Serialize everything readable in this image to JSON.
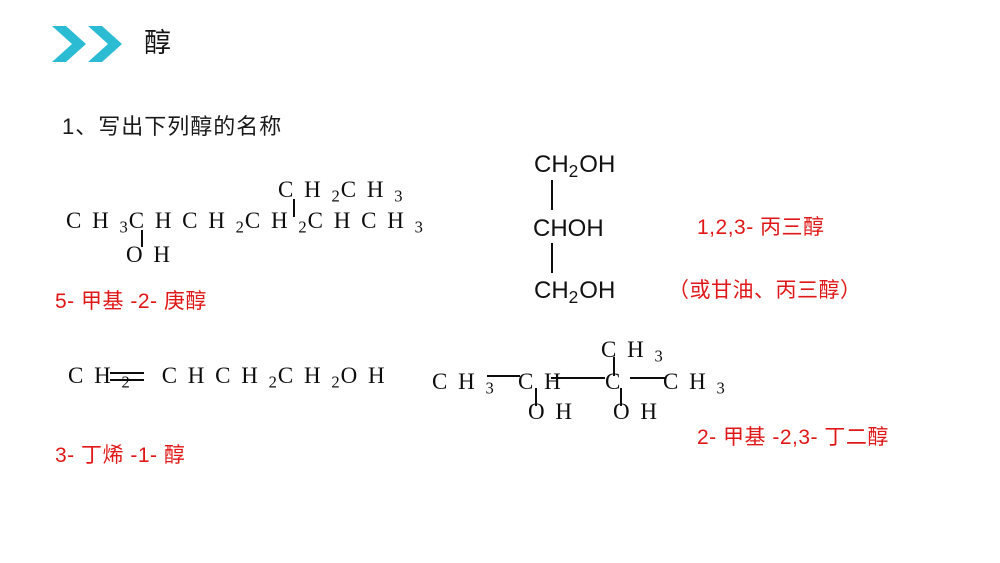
{
  "header": {
    "title": "醇",
    "icon": "double-chevron-icon",
    "accent_color": "#2BBCD4"
  },
  "prompt": {
    "text": "1、写出下列醇的名称"
  },
  "colors": {
    "accent": "#2BBCD4",
    "answer_red": "#E11717",
    "text_black": "#0D0D0D",
    "background": "#FFFFFF"
  },
  "problems": [
    {
      "id": "problem-1",
      "structure": {
        "branch": "C H 2C H 3",
        "branch_parts": [
          "C",
          "H",
          "2",
          "C",
          "H",
          "3"
        ],
        "main_chain": "C H 3C H C H 2C H 2C H C H 3",
        "hydroxyl": "O H",
        "formula_plain": "CH3CH(OH)CH2CH2CH(CH2CH3)CH3"
      },
      "answer": "5- 甲基 -2- 庚醇"
    },
    {
      "id": "problem-2",
      "structure": {
        "main_chain": "C H 2=C H C H 2C H 2O H",
        "formula_plain": "CH2=CHCH2CH2OH",
        "has_double_bond": true
      },
      "answer": "3- 丁烯 -1- 醇"
    },
    {
      "id": "problem-3",
      "structure": {
        "line_top": "CH2OH",
        "line_mid": "CHOH",
        "line_bottom": "CH2OH",
        "formula_plain": "CH2OH-CHOH-CH2OH"
      },
      "answer": "1,2,3- 丙三醇",
      "answer_alt": "（或甘油、丙三醇）"
    },
    {
      "id": "problem-4",
      "structure": {
        "top_methyl": "C H 3",
        "left_methyl": "C H 3",
        "center_ch": "C H",
        "center_c": "C",
        "right_methyl": "C H 3",
        "hydroxyl_1": "O H",
        "hydroxyl_2": "O H",
        "formula_plain": "CH3-CH(OH)-C(CH3)(OH)-CH3"
      },
      "answer": "2- 甲基 -2,3- 丁二醇"
    }
  ]
}
